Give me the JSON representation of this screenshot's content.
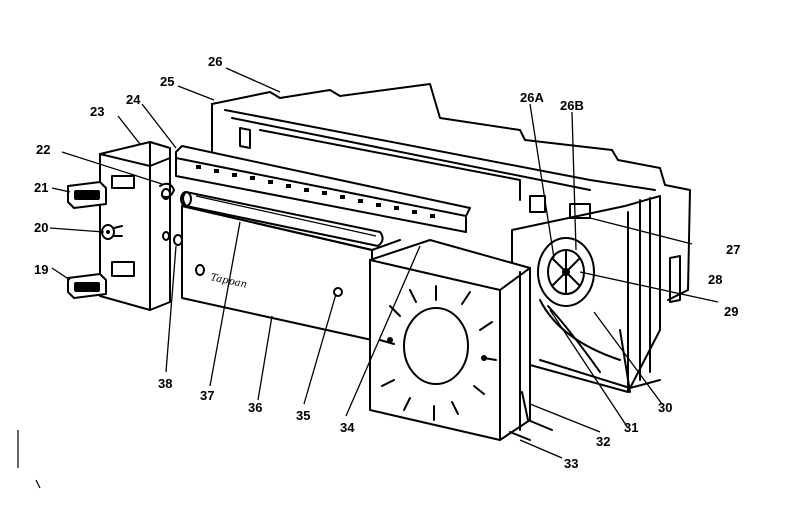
{
  "callouts": {
    "c19": "19",
    "c20": "20",
    "c21": "21",
    "c22": "22",
    "c23": "23",
    "c24": "24",
    "c25": "25",
    "c26": "26",
    "c26a": "26A",
    "c26b": "26B",
    "c27": "27",
    "c28": "28",
    "c29": "29",
    "c30": "30",
    "c31": "31",
    "c32": "32",
    "c33": "33",
    "c34": "34",
    "c35": "35",
    "c36": "36",
    "c37": "37",
    "c38": "38"
  },
  "ink_color": "#000000",
  "paper_color": "#ffffff"
}
